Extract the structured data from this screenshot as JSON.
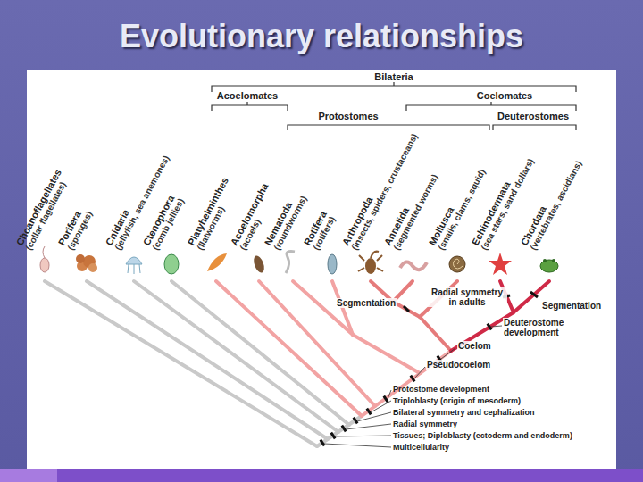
{
  "diagram": {
    "title": "Evolutionary relationships",
    "labels": [
      "Bilateria",
      "Acoelomates",
      "Coelomates",
      "Protostomes",
      "Deuterostomes",
      "Choanoflagellates",
      "(collar flagellates)",
      "Porifera",
      "(sponges)",
      "Cnidaria",
      "(jellyfish, sea anemones)",
      "Ctenophora",
      "(comb jellies)",
      "Platyhelminthes",
      "(flatworms)",
      "Acoelomorpha",
      "(acoels)",
      "Nematoda",
      "(roundworms)",
      "Rotifera",
      "(rotifers)",
      "Arthropoda",
      "(insects, spiders, crustaceans)",
      "Annelida",
      "(segmented worms)",
      "Mollusca",
      "(snails, clams, squid)",
      "Echinodermata",
      "(sea stars, sand dollars)",
      "Chordata",
      "(vertebrates, ascidians)",
      "Segmentation",
      "Radial symmetry in adults",
      "Segmentation",
      "Deuterostome development",
      "Coelom",
      "Pseudocoelom",
      "Protostome development",
      "Triploblasty (origin of mesoderm)",
      "Bilateral symmetry and cephalization",
      "Radial symmetry",
      "Tissues; Diploblasty (ectoderm and endoderm)",
      "Multicellularity"
    ]
  }
}
